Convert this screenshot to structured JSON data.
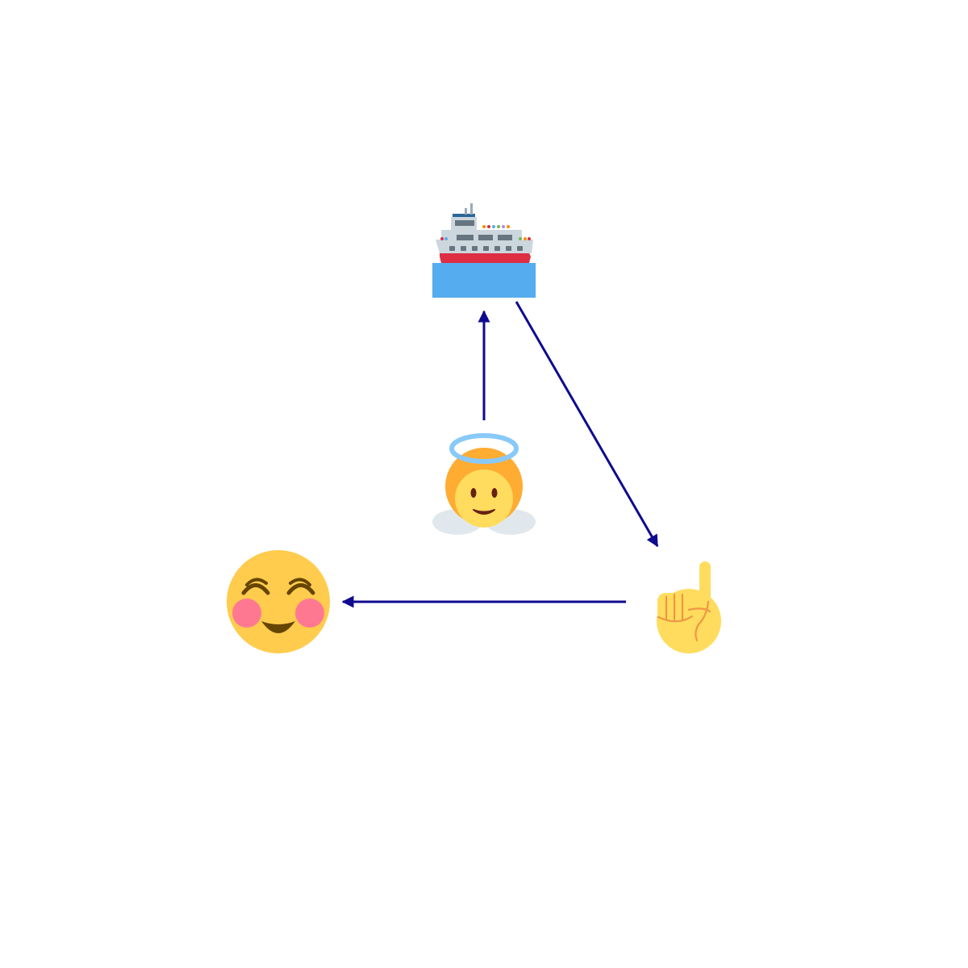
{
  "diagram": {
    "edge_color": "#0f0a8f",
    "nodes": [
      {
        "id": "ship",
        "icon": "passenger-ship-icon",
        "emoji": "🛳"
      },
      {
        "id": "angel",
        "icon": "baby-angel-icon",
        "emoji": "👼"
      },
      {
        "id": "pointing",
        "icon": "index-pointing-up-icon",
        "emoji": "☝"
      },
      {
        "id": "smiling",
        "icon": "smiling-face-icon",
        "emoji": "☺"
      }
    ],
    "edges": [
      {
        "from": "angel",
        "to": "ship"
      },
      {
        "from": "ship",
        "to": "pointing"
      },
      {
        "from": "pointing",
        "to": "smiling"
      }
    ]
  }
}
